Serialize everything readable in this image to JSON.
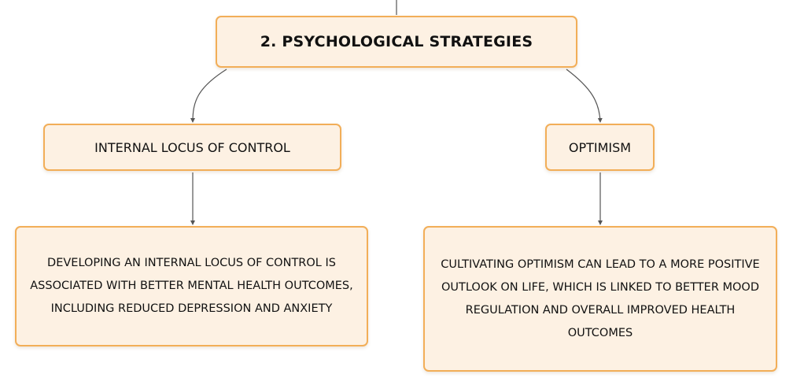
{
  "root": {
    "label": "2. PSYCHOLOGICAL STRATEGIES"
  },
  "branches": [
    {
      "label": "INTERNAL LOCUS OF CONTROL",
      "description": "DEVELOPING AN INTERNAL LOCUS OF CONTROL IS ASSOCIATED WITH BETTER MENTAL HEALTH OUTCOMES, INCLUDING REDUCED DEPRESSION AND ANXIETY"
    },
    {
      "label": "OPTIMISM",
      "description": "CULTIVATING OPTIMISM CAN LEAD TO A MORE POSITIVE OUTLOOK ON LIFE, WHICH IS LINKED TO BETTER MOOD REGULATION AND OVERALL IMPROVED HEALTH OUTCOMES"
    }
  ],
  "colors": {
    "node_fill": "#fdf1e3",
    "node_border": "#f2ae58",
    "connector": "#555555",
    "text": "#111111"
  }
}
